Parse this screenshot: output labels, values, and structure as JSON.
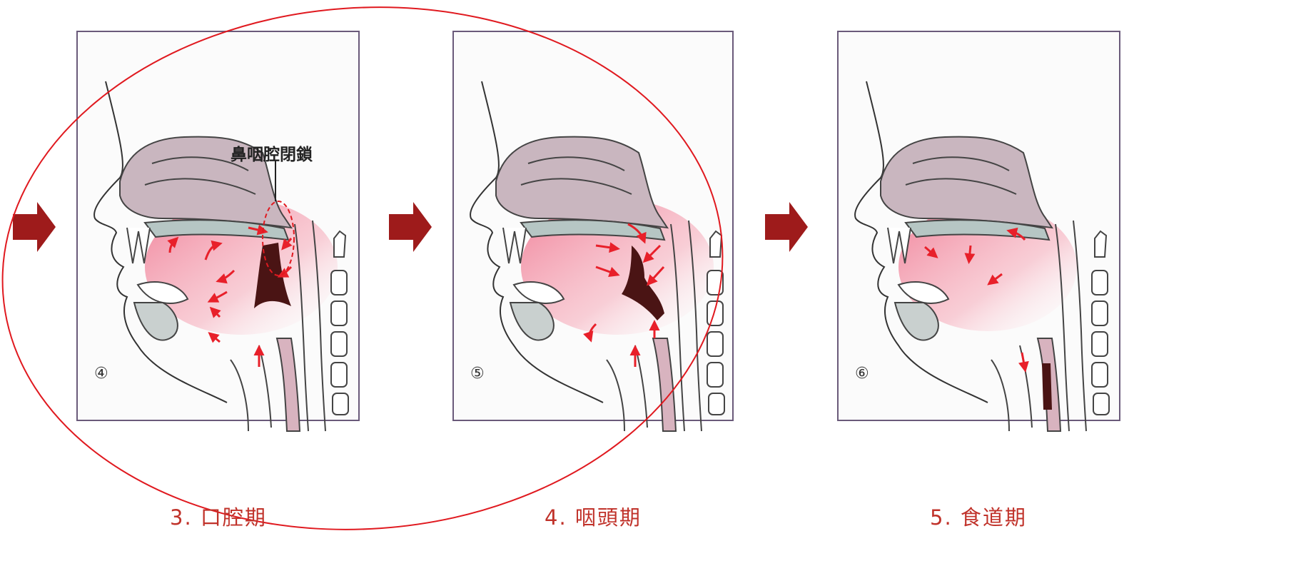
{
  "panels": [
    {
      "number": "④",
      "caption": "3.  口腔期"
    },
    {
      "number": "⑤",
      "caption": "4.  咽頭期"
    },
    {
      "number": "⑥",
      "caption": "5.  食道期"
    }
  ],
  "callout_label": "鼻咽腔閉鎖",
  "colors": {
    "arrow": "#9e1b1b",
    "annotation": "#e0191f",
    "caption": "#c0322a",
    "bolus": "#4a1414",
    "flow": "#e8202a",
    "nasal": "#c9b6bf",
    "pink": "#f08aa0"
  }
}
